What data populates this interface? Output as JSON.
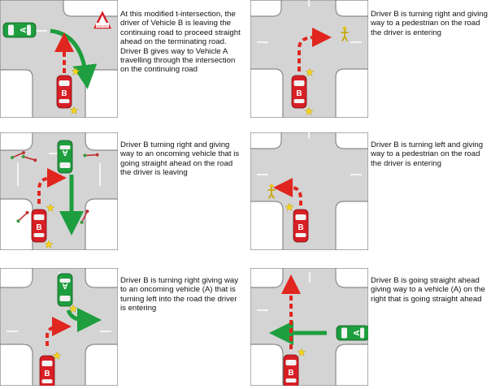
{
  "panels": [
    {
      "caption": "At this modified t-intersection, the driver of Vehicle B is leaving the continuing road to proceed straight ahead on the terminating road. Driver B gives way to Vehicle A travelling through the intersection on the continuing road",
      "vehicles": [
        "A",
        "B"
      ],
      "sign_text": "GIVE WAY"
    },
    {
      "caption": "Driver B is turning right and giving way to a pedestrian on the road the driver is entering",
      "vehicles": [
        "B"
      ]
    },
    {
      "caption": "Driver B turning right and giving way to an oncoming vehicle that is going straight ahead on the road the driver is leaving",
      "vehicles": [
        "A",
        "B"
      ]
    },
    {
      "caption": "Driver B is turning left and giving way to a pedestrian on the road the driver is entering",
      "vehicles": [
        "B"
      ]
    },
    {
      "caption": "Driver B is turning right giving way to an oncoming vehicle (A) that is turning left into the road the driver is entering",
      "vehicles": [
        "A",
        "B"
      ]
    },
    {
      "caption": "Driver B is going straight ahead giving way to a vehicle (A) on the right that is going straight ahead",
      "vehicles": [
        "A",
        "B"
      ]
    }
  ],
  "colors": {
    "road": "#d4d4d4",
    "kerb": "#8a8a8a",
    "vehicle_a": "#1e9e3e",
    "vehicle_b": "#d81f26",
    "path_a": "#1e9e3e",
    "path_b": "#e0261f",
    "pedestrian": "#e8c21a",
    "star": "#f5d418"
  },
  "icons": [
    "give-way-sign-icon",
    "car-icon",
    "pedestrian-icon",
    "arrow-icon",
    "star-icon"
  ]
}
